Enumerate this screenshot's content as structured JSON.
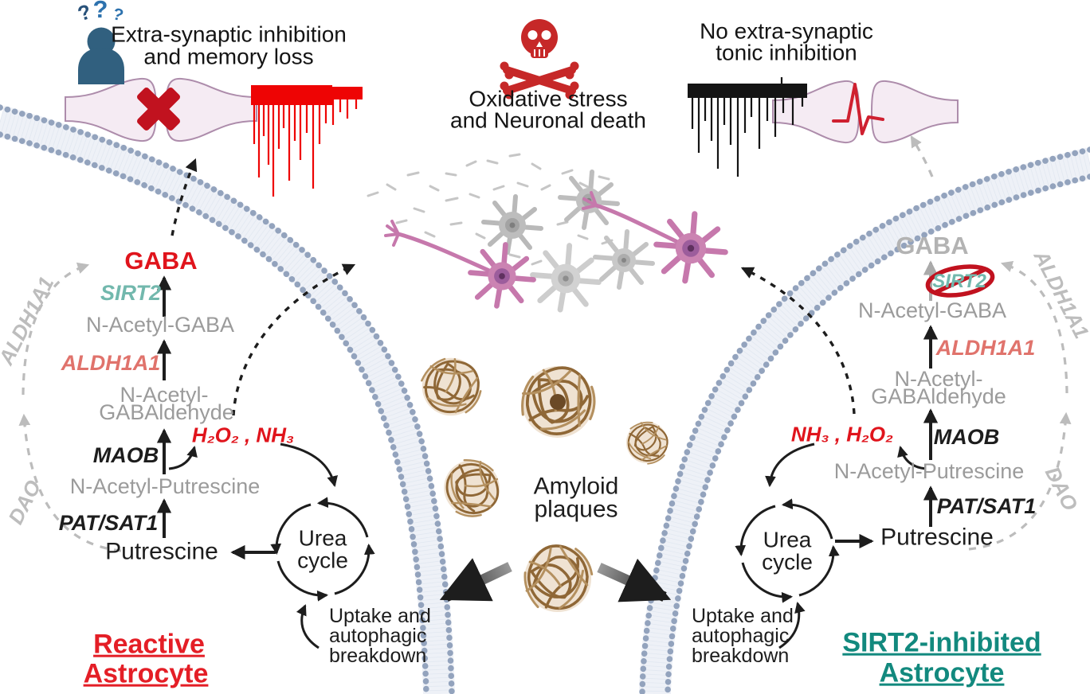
{
  "colors": {
    "red_accent": "#e0141c",
    "teal_enzyme": "#72b8ad",
    "teal_title": "#12897e",
    "salmon_enzyme": "#e0736c",
    "gray_metabolite": "#9b9b9b",
    "black_text": "#1d1d1d",
    "membrane_beads": "#93a3bd",
    "plaque_brown": "#8f6736",
    "pink_neuron": "#c678ac",
    "prohibition_red": "#c1121f"
  },
  "captions": {
    "top_left_1": "Extra-synaptic inhibition",
    "top_left_2": "and memory loss",
    "top_center_1": "Oxidative stress",
    "top_center_2": "and Neuronal death",
    "top_right_1": "No extra-synaptic",
    "top_right_2": "tonic inhibition",
    "amyloid_1": "Amyloid",
    "amyloid_2": "plaques",
    "q1": "?",
    "q2": "?",
    "q3": "?"
  },
  "left": {
    "gaba": "GABA",
    "sirt2": "SIRT2",
    "n_acetyl_gaba": "N-Acetyl-GABA",
    "aldh1a1": "ALDH1A1",
    "n_acetyl_gabaldehyde_1": "N-Acetyl-",
    "n_acetyl_gabaldehyde_2": "GABAldehyde",
    "maob": "MAOB",
    "byproducts": "H₂O₂ , NH₃",
    "n_acetyl_putrescine": "N-Acetyl-Putrescine",
    "pat_sat1": "PAT/SAT1",
    "putrescine": "Putrescine",
    "urea_1": "Urea",
    "urea_2": "cycle",
    "uptake_1": "Uptake and",
    "uptake_2": "autophagic",
    "uptake_3": "breakdown",
    "dao": "DAO",
    "aldh1a1_alt": "ALDH1A1",
    "title_1": "Reactive",
    "title_2": "Astrocyte"
  },
  "right": {
    "gaba": "GABA",
    "sirt2": "SIRT2",
    "n_acetyl_gaba": "N-Acetyl-GABA",
    "aldh1a1": "ALDH1A1",
    "n_acetyl_gabaldehyde_1": "N-Acetyl-",
    "n_acetyl_gabaldehyde_2": "GABAldehyde",
    "maob": "MAOB",
    "byproducts": "NH₃ , H₂O₂",
    "n_acetyl_putrescine": "N-Acetyl-Putrescine",
    "pat_sat1": "PAT/SAT1",
    "putrescine": "Putrescine",
    "urea_1": "Urea",
    "urea_2": "cycle",
    "uptake_1": "Uptake and",
    "uptake_2": "autophagic",
    "uptake_3": "breakdown",
    "dao": "DAO",
    "aldh1a1_alt": "ALDH1A1",
    "title_1": "SIRT2-inhibited",
    "title_2": "Astrocyte"
  }
}
